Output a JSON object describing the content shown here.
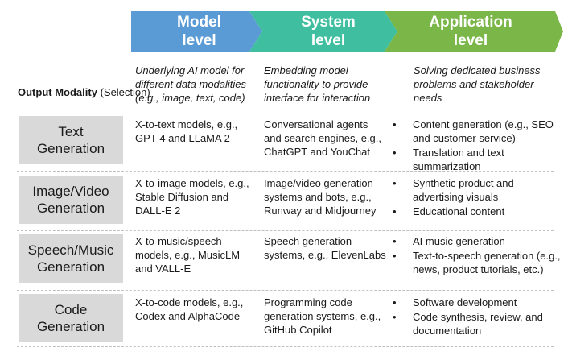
{
  "stages": [
    {
      "label": "Model level",
      "color": "#5b9bd5"
    },
    {
      "label": "System level",
      "color": "#3fbf9f"
    },
    {
      "label": "Application level",
      "color": "#7ab648"
    }
  ],
  "descriptions": [
    "Underlying AI model for different data modalities (e.g., image, text, code)",
    "Embedding model functionality to provide interface for interaction",
    "Solving dedicated business problems and stakeholder needs"
  ],
  "output_modality": {
    "bold": "Output Modality",
    "rest": "(Selection)"
  },
  "rows": [
    {
      "modality": "Text Generation",
      "model": "X-to-text models, e.g., GPT-4 and LLaMA 2",
      "system": "Conversational agents and search engines, e.g., ChatGPT and YouChat",
      "applications": [
        "Content generation (e.g., SEO and customer service)",
        "Translation and text summarization"
      ]
    },
    {
      "modality": "Image/Video Generation",
      "model": "X-to-image models, e.g., Stable Diffusion and DALL-E 2",
      "system": "Image/video generation systems and bots, e.g., Runway and Midjourney",
      "applications": [
        "Synthetic product and advertising visuals",
        "Educational content"
      ]
    },
    {
      "modality": "Speech/Music Generation",
      "model": "X-to-music/speech models, e.g., MusicLM and VALL-E",
      "system": "Speech generation systems, e.g., ElevenLabs",
      "applications": [
        "AI music generation",
        "Text-to-speech generation (e.g., news, product tutorials, etc.)"
      ]
    },
    {
      "modality": "Code Generation",
      "model": "X-to-code models, e.g., Codex and AlphaCode",
      "system": "Programming code generation systems, e.g., GitHub Copilot",
      "applications": [
        "Software development",
        "Code synthesis, review, and documentation"
      ]
    }
  ],
  "bullet_glyph": "•"
}
